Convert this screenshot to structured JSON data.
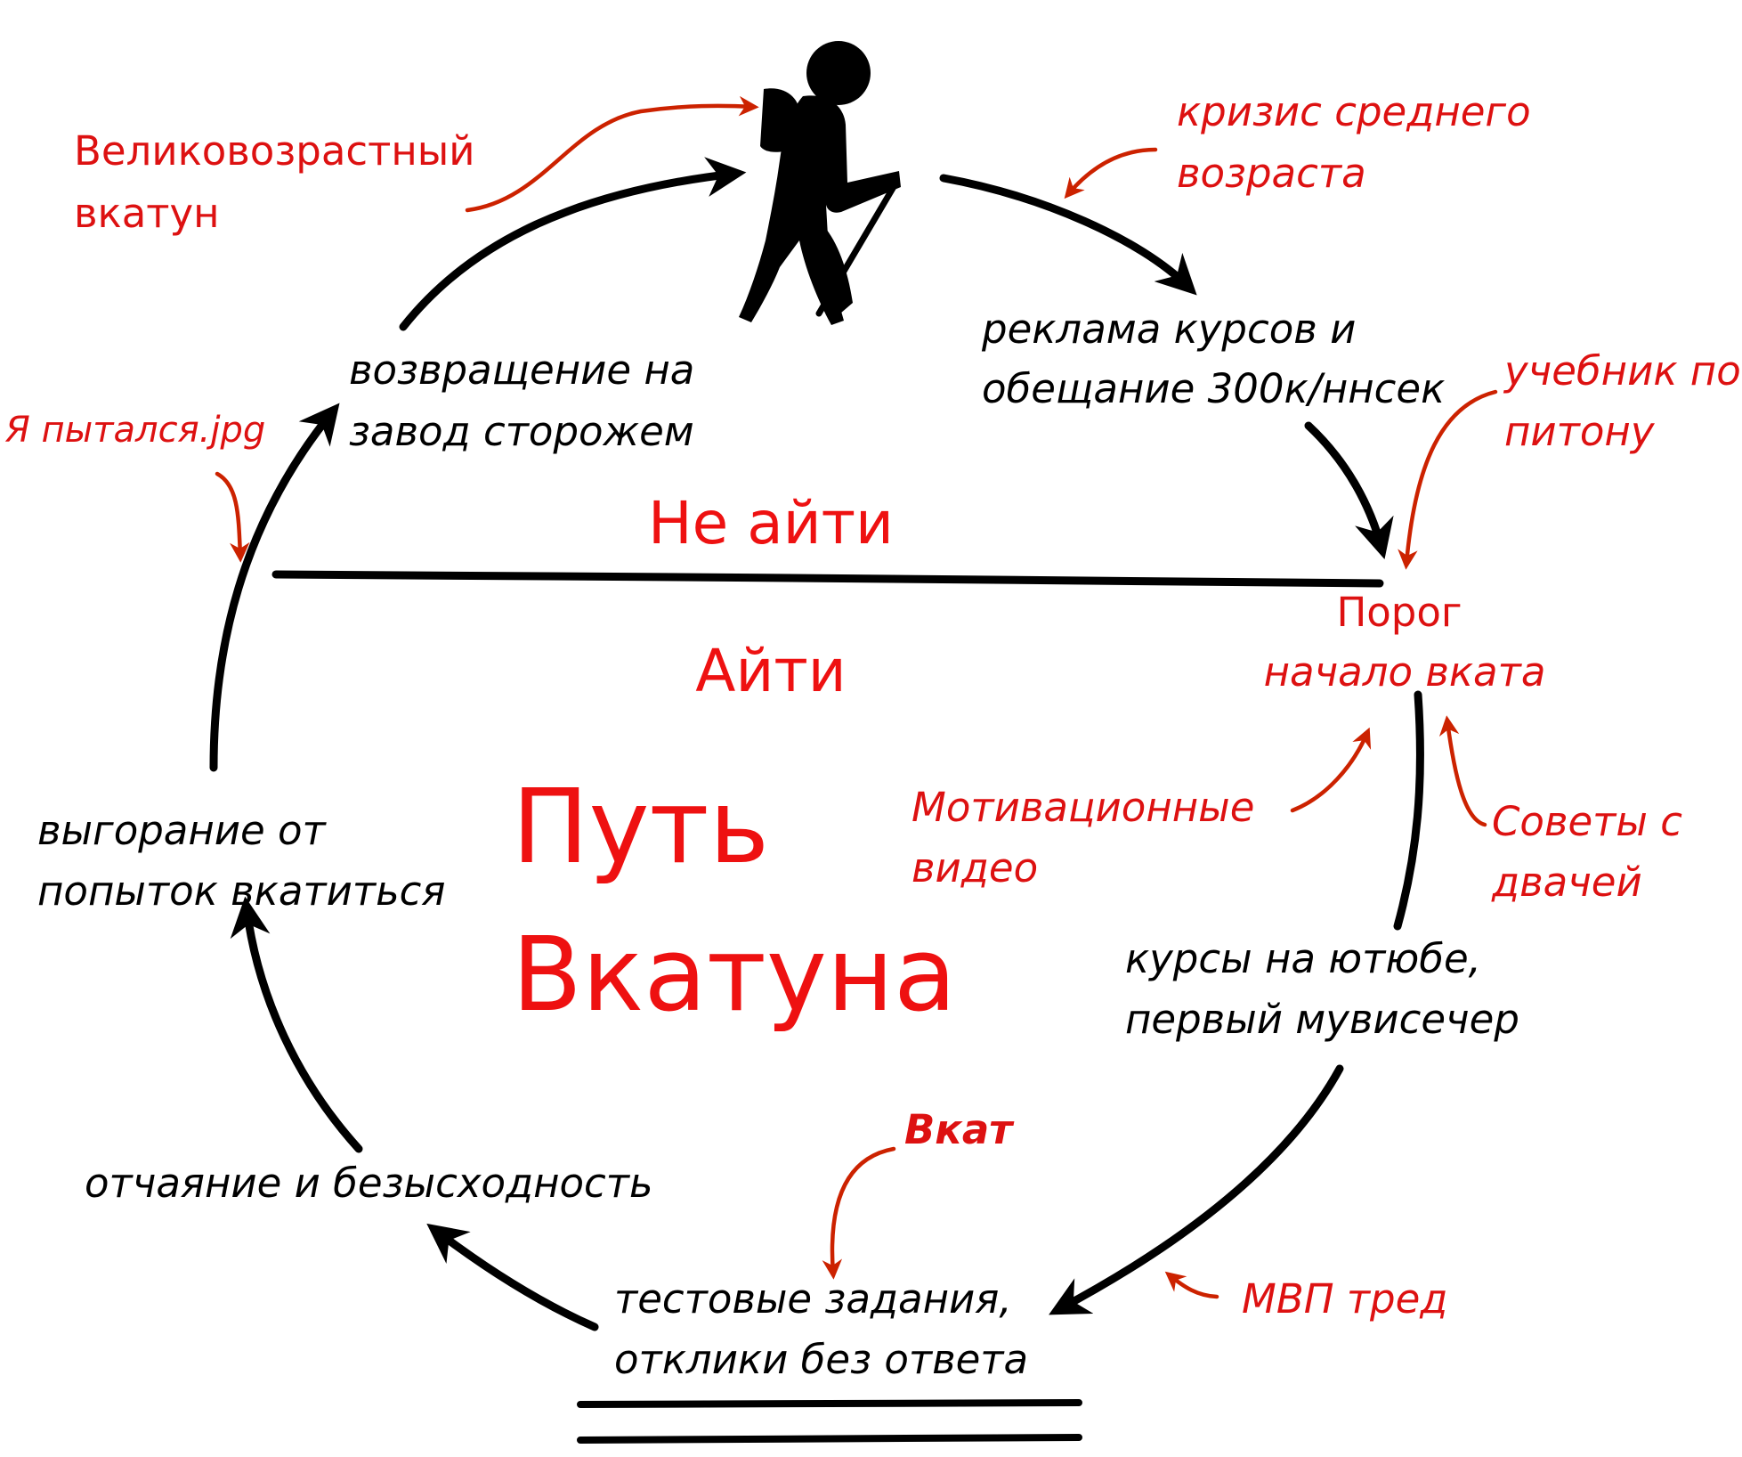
{
  "diagram": {
    "title_line1": "Путь",
    "title_line2": "Вкатуна",
    "divider_above": "Не айти",
    "divider_below": "Айти",
    "nodes": {
      "ads_line1": "реклама курсов и",
      "ads_line2": "обещание 300к/ннсек",
      "threshold_label": "Порог",
      "threshold_sub": "начало вката",
      "courses_line1": "курсы на ютюбе,",
      "courses_line2": "первый мувисечер",
      "tests_line1": "тестовые задания,",
      "tests_line2": "отклики без ответа",
      "despair": "отчаяние и  безысходность",
      "burnout_line1": "выгорание от",
      "burnout_line2": "попыток вкатиться",
      "return_line1": "возвращение на",
      "return_line2": "завод сторожем"
    },
    "annotations": {
      "midlife_line1": "кризис среднего",
      "midlife_line2": "возраста",
      "python_line1": "учебник по",
      "python_line2": "питону",
      "motivation_line1": "Мотивационные",
      "motivation_line2": "видео",
      "advice_line1": "Советы с",
      "advice_line2": "двачей",
      "vkat": "Вкат",
      "mvp": "МВП тред",
      "tried": "Я пытался.jpg",
      "elder_line1": "Великовозрастный",
      "elder_line2": "вкатун"
    }
  },
  "colors": {
    "accent_red": "#ee1111",
    "annotation_red": "#cc2200",
    "ink": "#000000"
  },
  "icons": {
    "hiker": "hiker-icon"
  }
}
